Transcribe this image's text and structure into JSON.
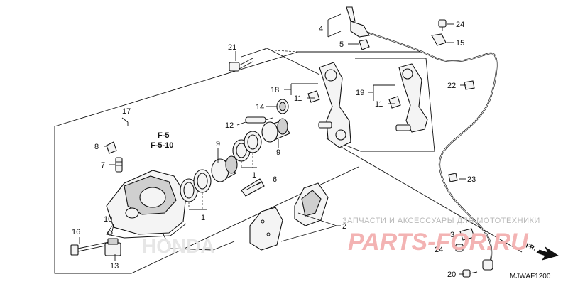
{
  "callouts": {
    "c1a": "1",
    "c1b": "1",
    "c2": "2",
    "c3": "3",
    "c4": "4",
    "c5": "5",
    "c6": "6",
    "c7": "7",
    "c8": "8",
    "c9a": "9",
    "c9b": "9",
    "c10": "10",
    "c11a": "11",
    "c11b": "11",
    "c12": "12",
    "c13": "13",
    "c14": "14",
    "c15": "15",
    "c16": "16",
    "c17": "17",
    "c18": "18",
    "c19": "19",
    "c20": "20",
    "c21": "21",
    "c22": "22",
    "c23": "23",
    "c24a": "24",
    "c24b": "24"
  },
  "references": {
    "ref1": "F-5",
    "ref2": "F-5-10"
  },
  "watermark": {
    "line1": "ЗАПЧАСТИ И АКСЕССУАРЫ ДЛЯ МОТОТЕХНИКИ",
    "line2": "PARTS-FOR.RU"
  },
  "direction_label": "FR.",
  "diagram_code": "MJWAF1200",
  "colors": {
    "ink": "#111111",
    "watermark_text": "#b9b9b9",
    "watermark_logo": "#f3b3b3"
  }
}
